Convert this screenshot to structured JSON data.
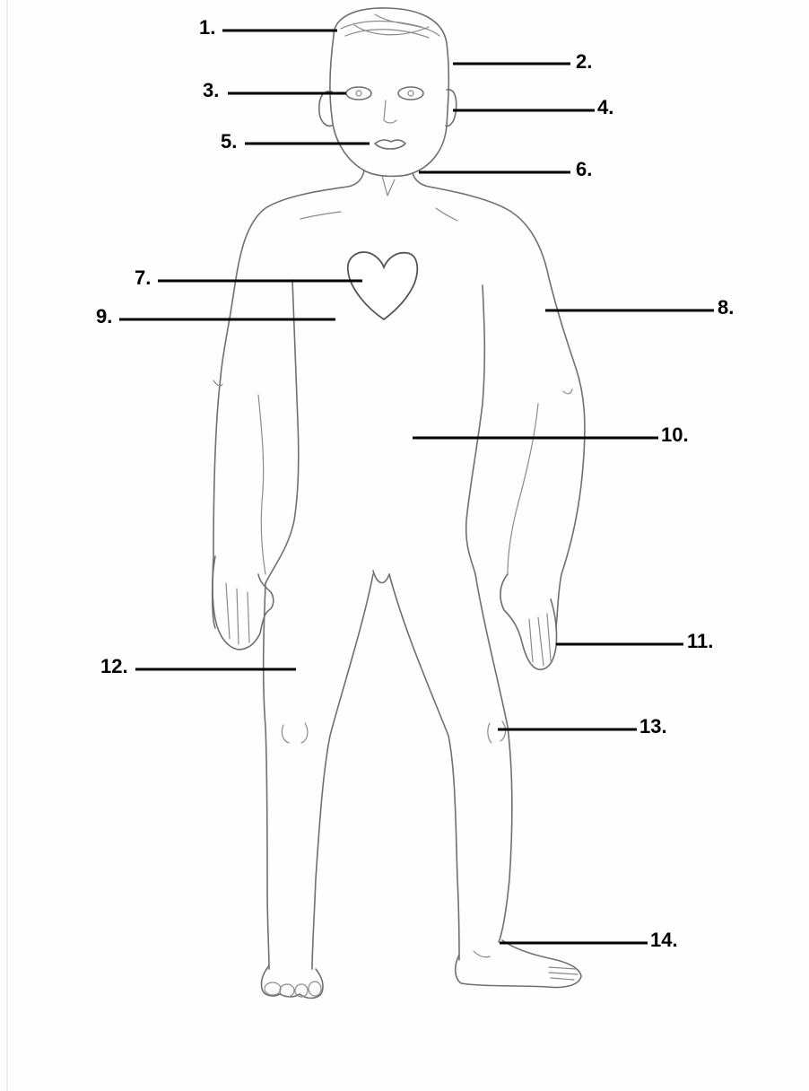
{
  "worksheet": {
    "labels": [
      {
        "id": "1",
        "text": "1."
      },
      {
        "id": "2",
        "text": "2."
      },
      {
        "id": "3",
        "text": "3."
      },
      {
        "id": "4",
        "text": "4."
      },
      {
        "id": "5",
        "text": "5."
      },
      {
        "id": "6",
        "text": "6."
      },
      {
        "id": "7",
        "text": "7."
      },
      {
        "id": "8",
        "text": "8."
      },
      {
        "id": "9",
        "text": "9."
      },
      {
        "id": "10",
        "text": "10."
      },
      {
        "id": "11",
        "text": "11."
      },
      {
        "id": "12",
        "text": "12."
      },
      {
        "id": "13",
        "text": "13."
      },
      {
        "id": "14",
        "text": "14."
      }
    ]
  },
  "colors": {
    "outline": "#6f6f6f",
    "leader": "#000000",
    "label": "#000000"
  }
}
